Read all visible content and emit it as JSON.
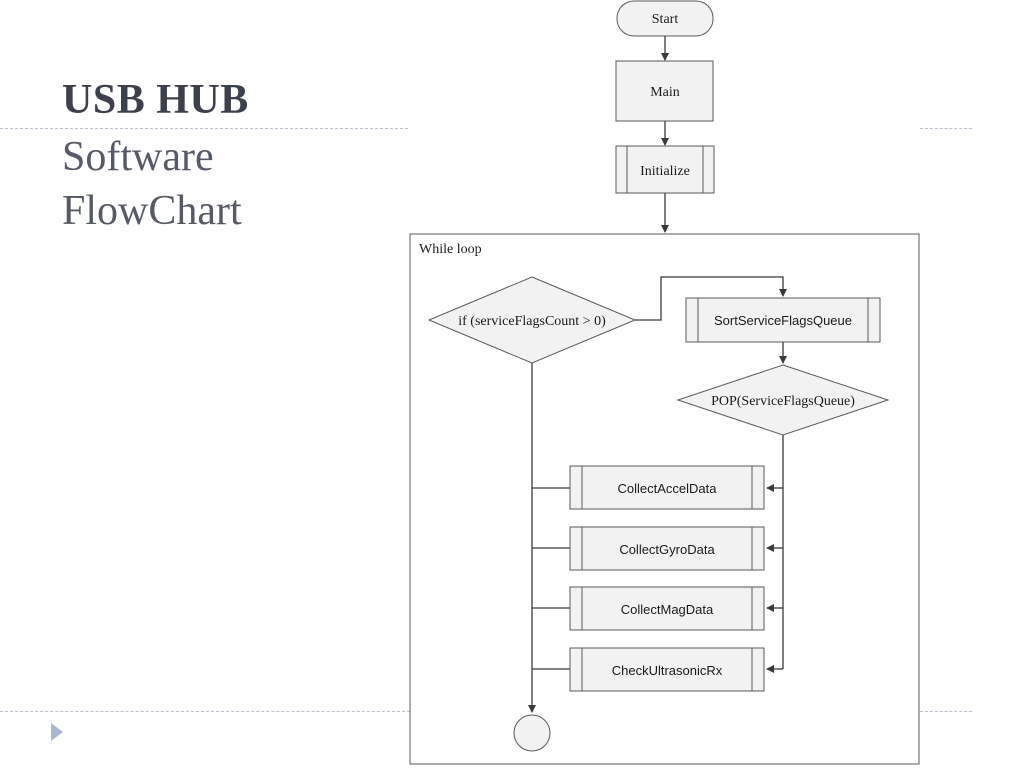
{
  "slide": {
    "title": "USB HUB",
    "subtitle_line1": "Software",
    "subtitle_line2": "FlowChart"
  },
  "flowchart": {
    "start": "Start",
    "main": "Main",
    "initialize": "Initialize",
    "loop_label": "While loop",
    "decision": "if (serviceFlagsCount > 0)",
    "sort": "SortServiceFlagsQueue",
    "pop": "POP(ServiceFlagsQueue)",
    "collect_accel": "CollectAccelData",
    "collect_gyro": "CollectGyroData",
    "collect_mag": "CollectMagData",
    "check_ultrasonic": "CheckUltrasonicRx"
  },
  "colors": {
    "box_fill": "#f2f2f2",
    "stroke": "#5a5a5a",
    "rule": "#b7c3d3",
    "bullet": "#a8b8d0"
  }
}
